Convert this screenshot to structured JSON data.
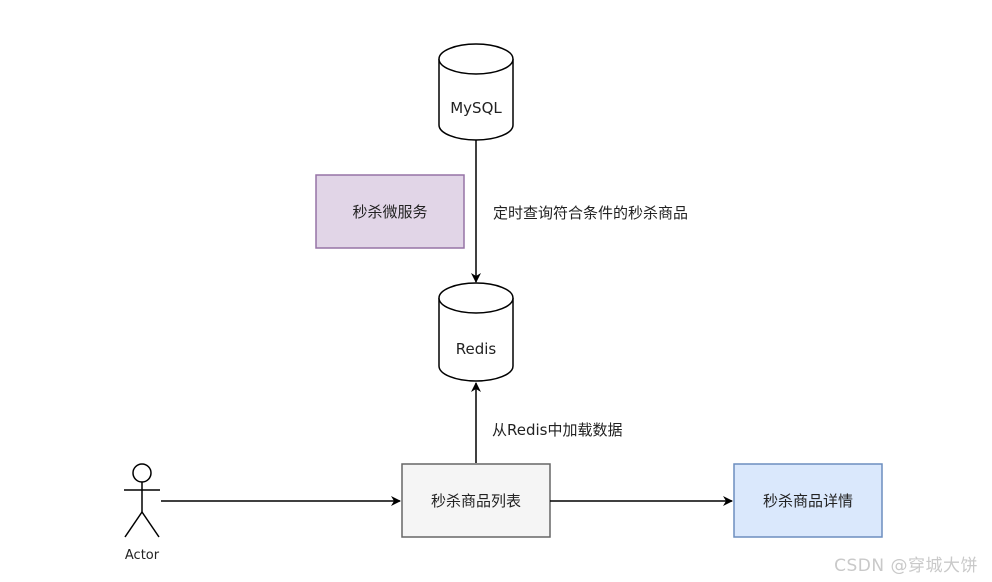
{
  "nodes": {
    "mysql": {
      "label": "MySQL"
    },
    "redis": {
      "label": "Redis"
    },
    "seckill_service": {
      "label": "秒杀微服务",
      "fill": "#e1d5e7",
      "stroke": "#9673a6"
    },
    "seckill_list": {
      "label": "秒杀商品列表",
      "fill": "#f5f5f5",
      "stroke": "#666666"
    },
    "seckill_detail": {
      "label": "秒杀商品详情",
      "fill": "#dae8fc",
      "stroke": "#6c8ebf"
    },
    "actor": {
      "label": "Actor"
    }
  },
  "edges": {
    "mysql_to_redis": {
      "label": "定时查询符合条件的秒杀商品"
    },
    "list_to_redis": {
      "label": "从Redis中加载数据"
    }
  },
  "watermark": "CSDN @穿城大饼"
}
